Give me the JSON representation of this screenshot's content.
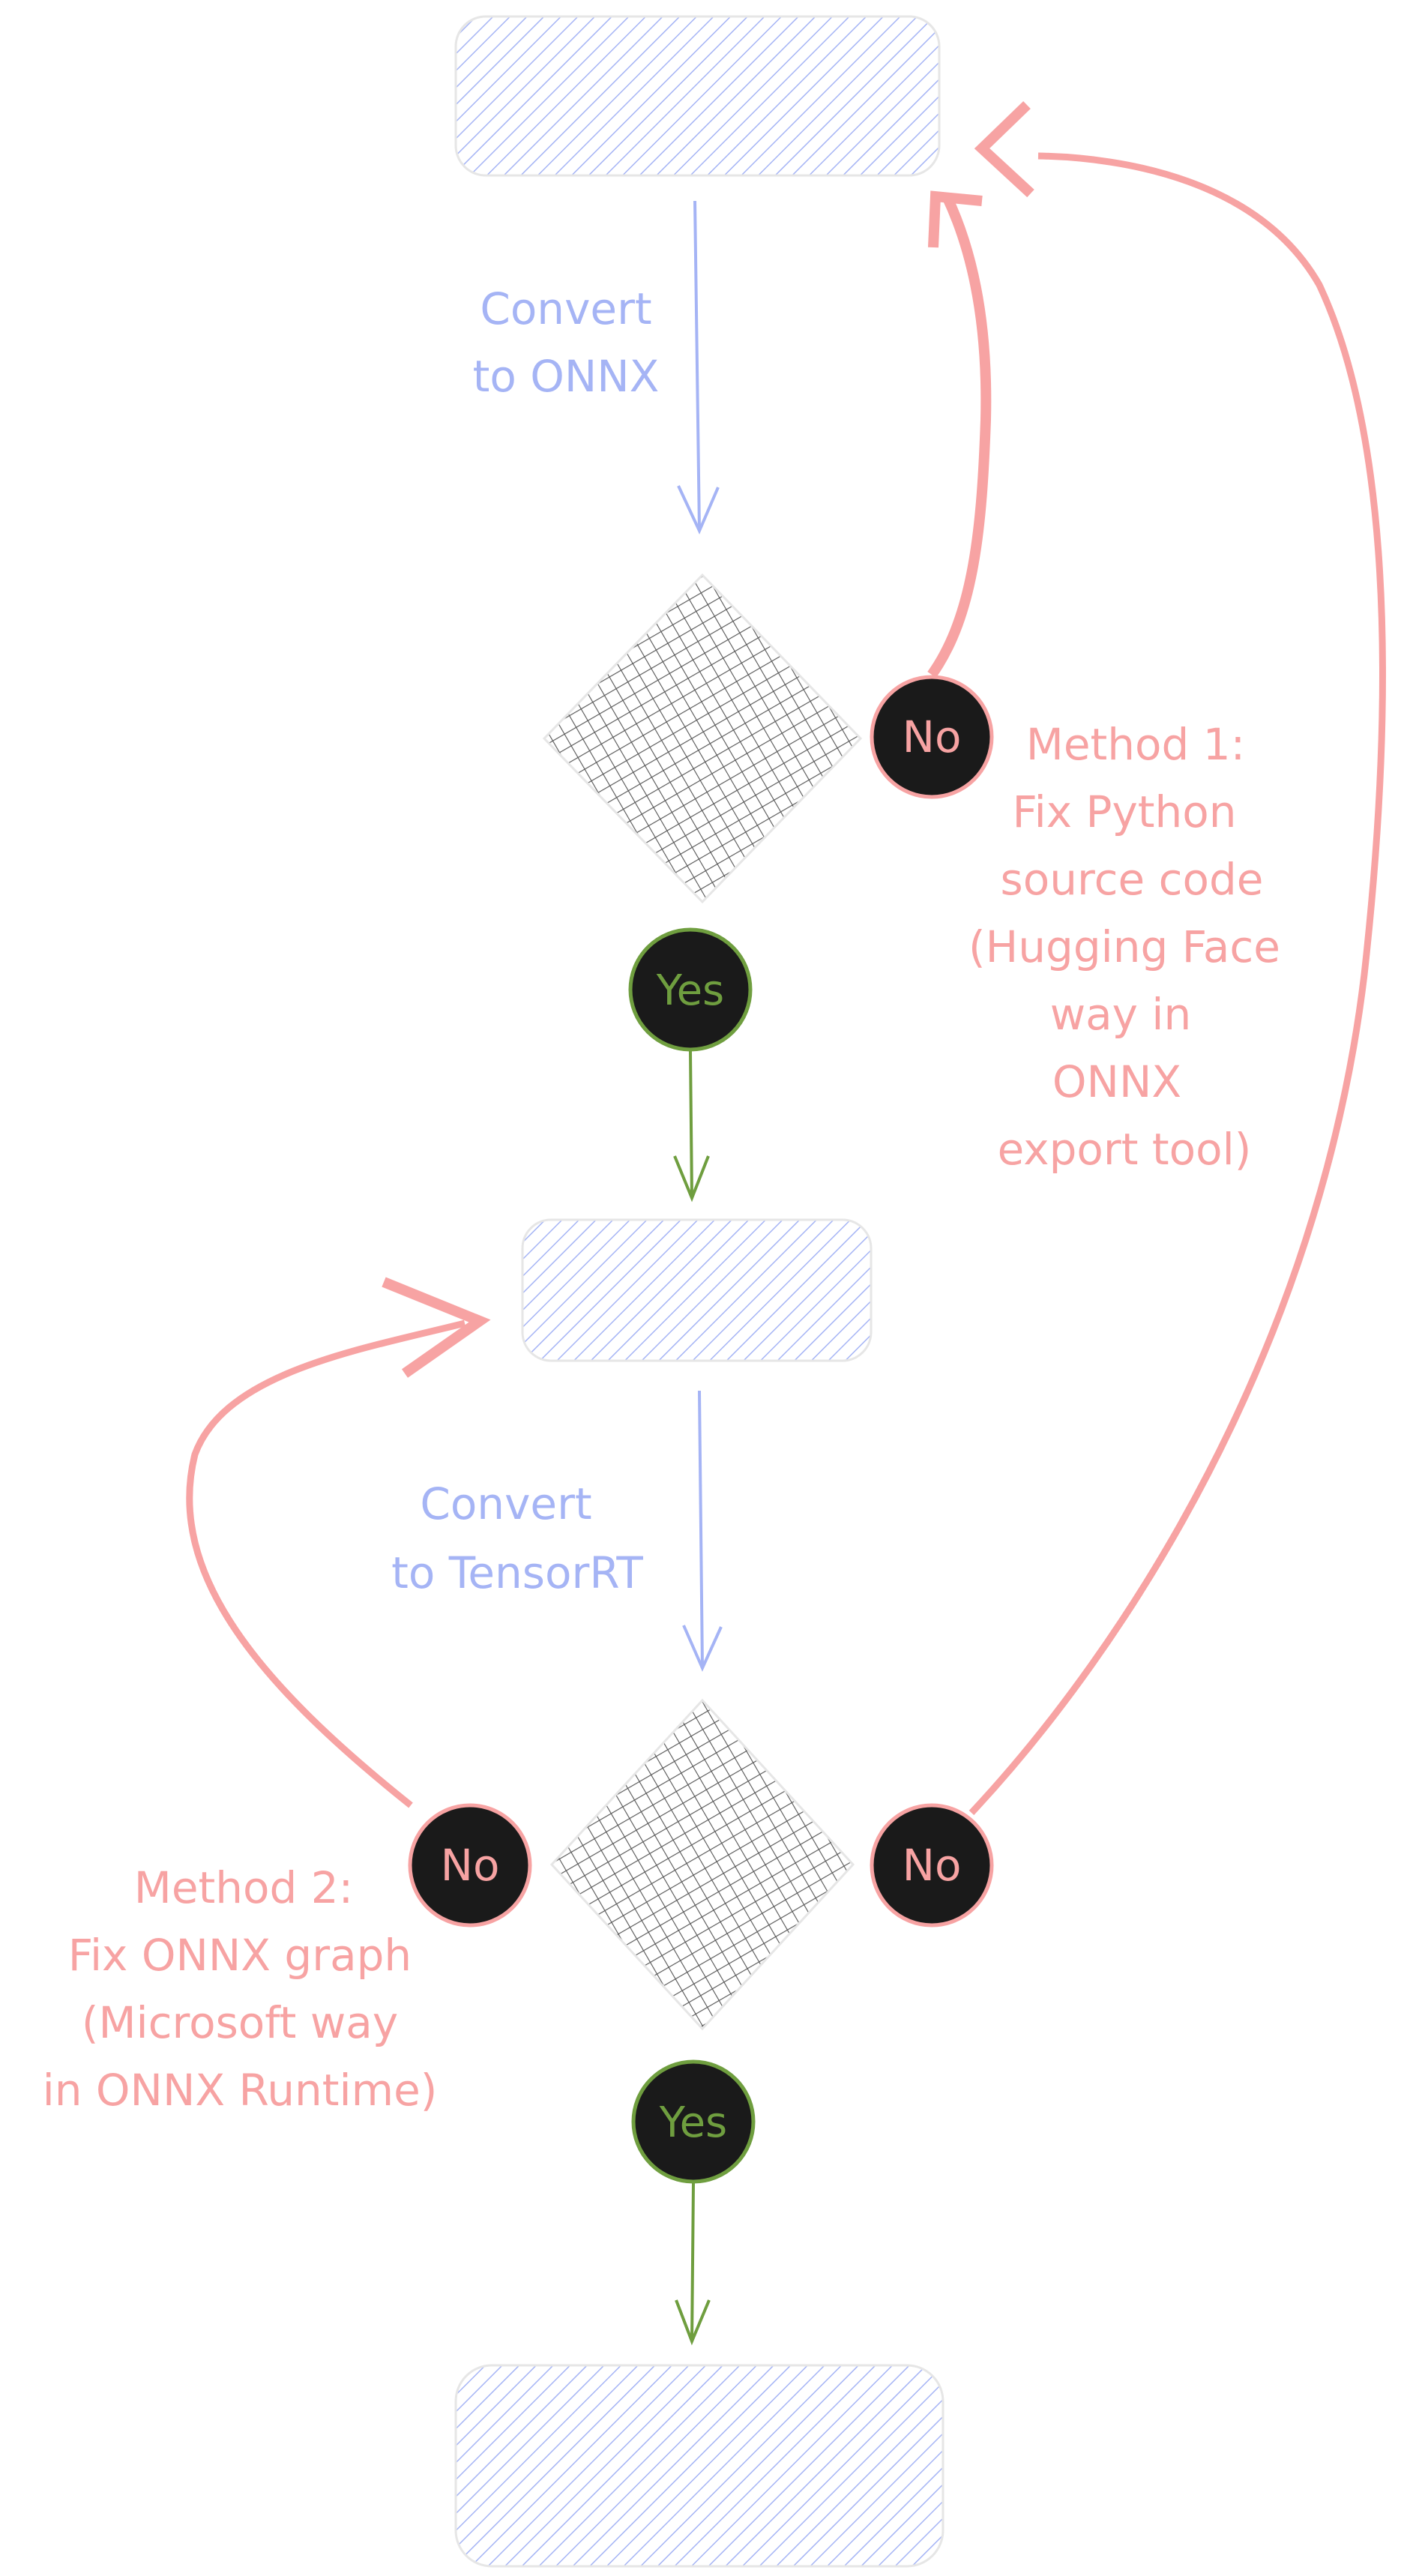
{
  "colors": {
    "blue": "#a5b4f5",
    "pink": "#f7a3a3",
    "green": "#6f9e3f",
    "dark": "#1a1a1a",
    "hatch_gray": "#555555"
  },
  "edges": {
    "convert_onnx": [
      "Convert",
      "to ONNX"
    ],
    "convert_tensorrt": [
      "Convert",
      "to TensorRT"
    ]
  },
  "badges": {
    "yes": "Yes",
    "no": "No"
  },
  "methods": {
    "method1": [
      "Method 1:",
      "Fix Python",
      "source code",
      "(Hugging Face",
      "way in",
      "ONNX",
      "export tool)"
    ],
    "method2": [
      "Method 2:",
      "Fix ONNX graph",
      "(Microsoft way",
      "in ONNX Runtime)"
    ]
  }
}
